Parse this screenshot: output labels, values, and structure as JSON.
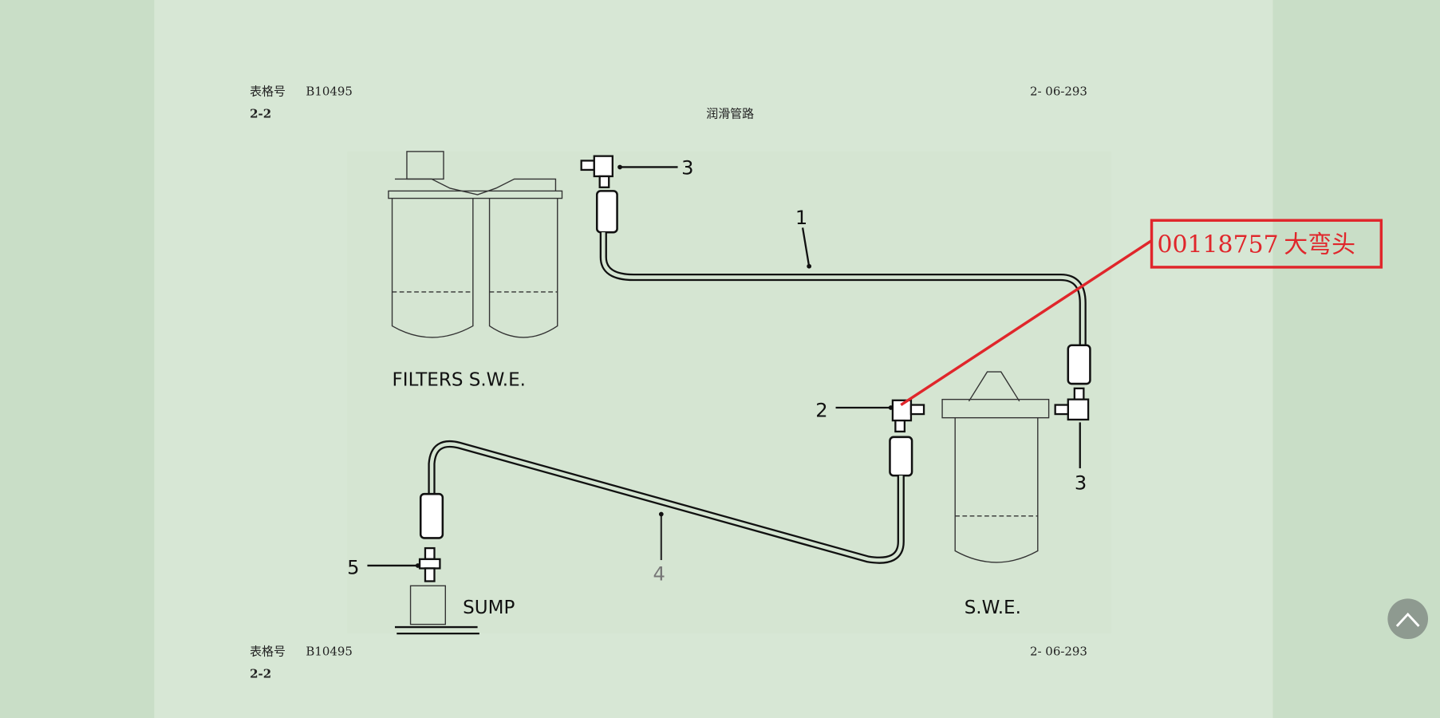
{
  "header": {
    "form_label": "表格号",
    "form_number": "B10495",
    "doc_code": "2- 06-293",
    "section": "2-2",
    "title": "润滑管路"
  },
  "footer": {
    "form_label": "表格号",
    "form_number": "B10495",
    "doc_code": "2- 06-293",
    "section": "2-2"
  },
  "diagram": {
    "labels": {
      "filters": "FILTERS S.W.E.",
      "swe": "S.W.E.",
      "sump": "SUMP"
    },
    "callouts": [
      "1",
      "2",
      "3",
      "3",
      "4",
      "5"
    ]
  },
  "annotation": {
    "part_number": "00118757",
    "part_name": "大弯头",
    "color": "#e0262b"
  },
  "scroll_top_icon": "chevron-up-icon"
}
